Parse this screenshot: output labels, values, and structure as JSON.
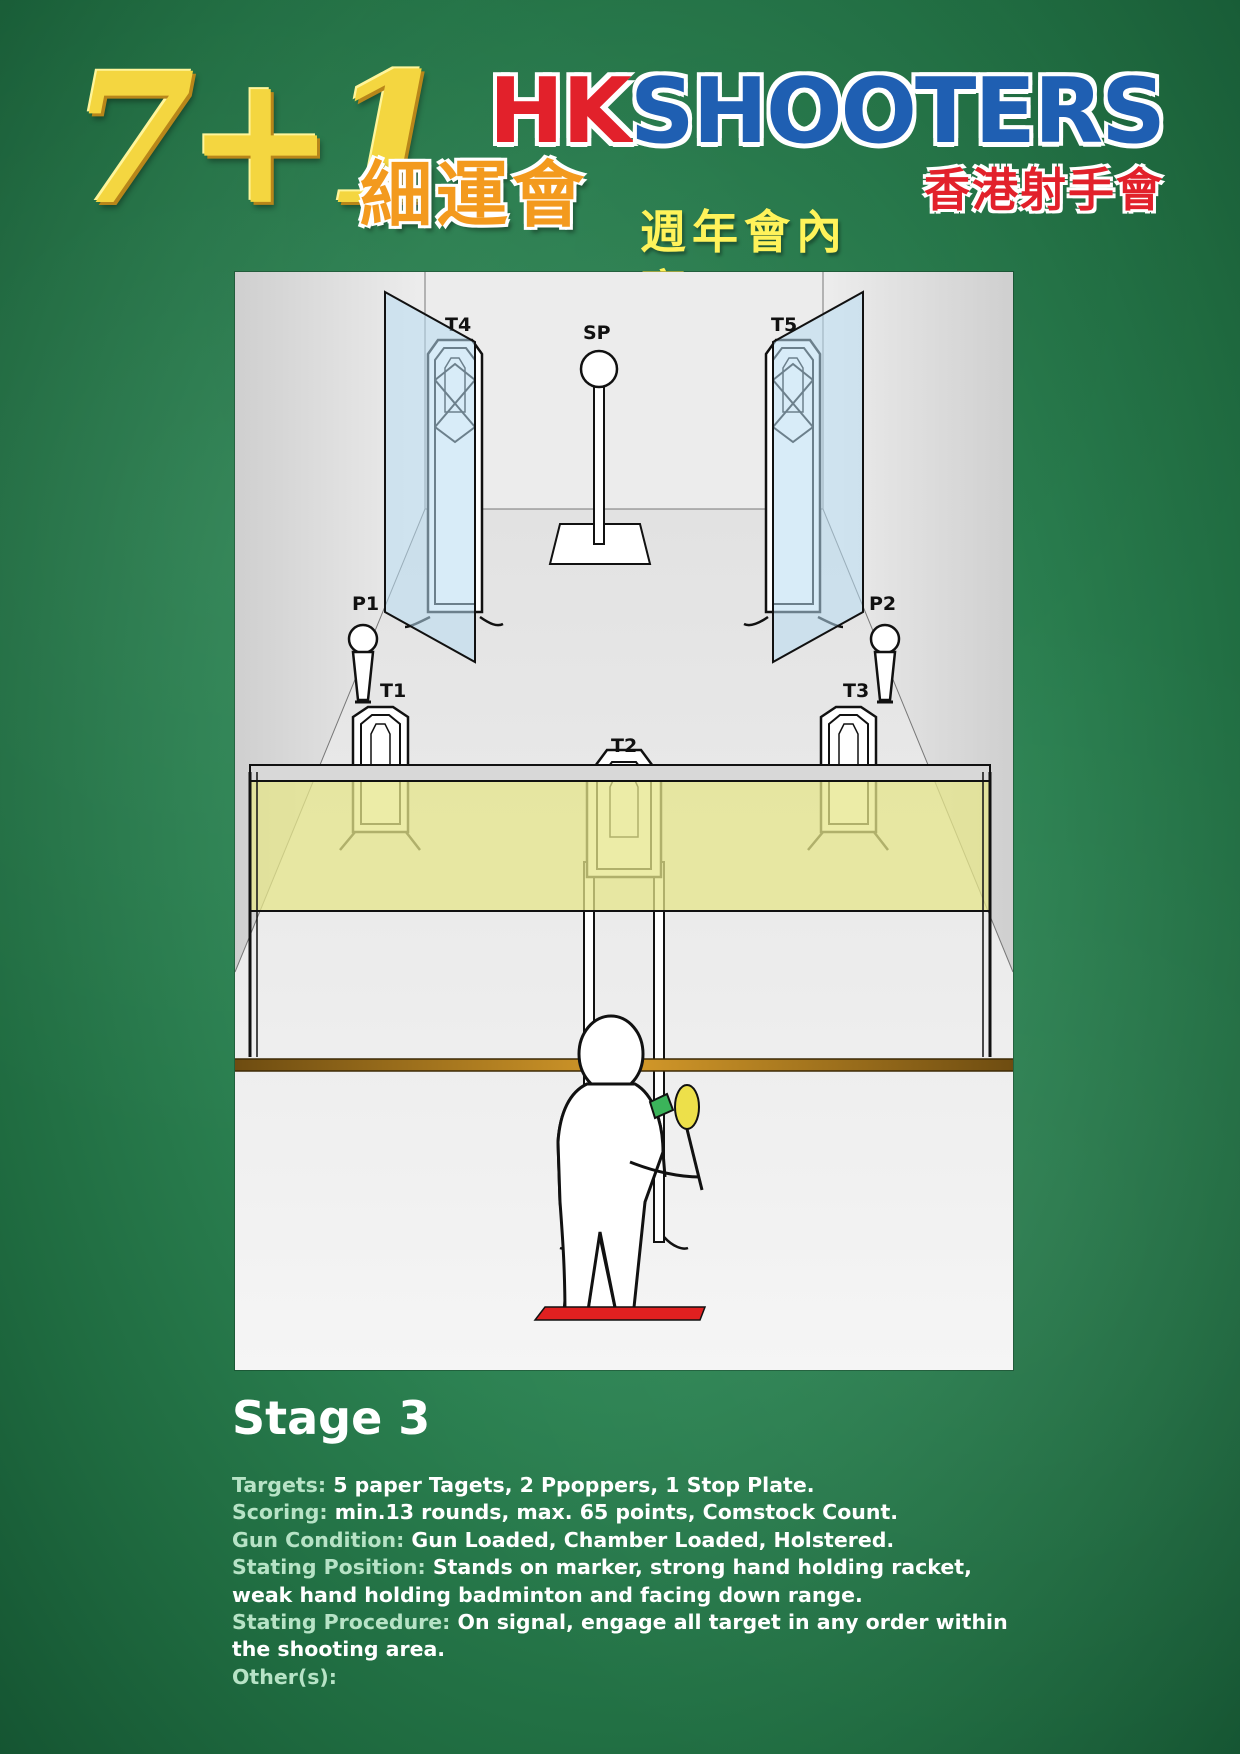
{
  "header": {
    "number": "7+1",
    "event_name": "細運會",
    "event_subtitle": "週年會內賽"
  },
  "logo": {
    "name_hk": "HK",
    "name_shooters": "SHOOTERS",
    "name_chinese": "香港射手會",
    "colors": {
      "red": "#e2212b",
      "blue": "#1f5fb2"
    }
  },
  "diagram": {
    "labels": {
      "t1": "T1",
      "t2": "T2",
      "t3": "T3",
      "t4": "T4",
      "t5": "T5",
      "sp": "SP",
      "p1": "P1",
      "p2": "P2"
    }
  },
  "stage": {
    "title": "Stage 3",
    "brief": [
      {
        "key": "Targets:",
        "value": "5 paper Tagets, 2 Ppoppers, 1 Stop Plate."
      },
      {
        "key": "Scoring:",
        "value": "min.13 rounds, max. 65 points, Comstock Count."
      },
      {
        "key": "Gun Condition:",
        "value": "Gun Loaded, Chamber Loaded, Holstered."
      },
      {
        "key": "Stating Position:",
        "value": "Stands on marker, strong hand holding racket, weak hand holding badminton and facing down range."
      },
      {
        "key": "Stating Procedure:",
        "value": "On signal, engage all target in any order within the shooting area."
      },
      {
        "key": "Other(s):",
        "value": ""
      }
    ]
  }
}
